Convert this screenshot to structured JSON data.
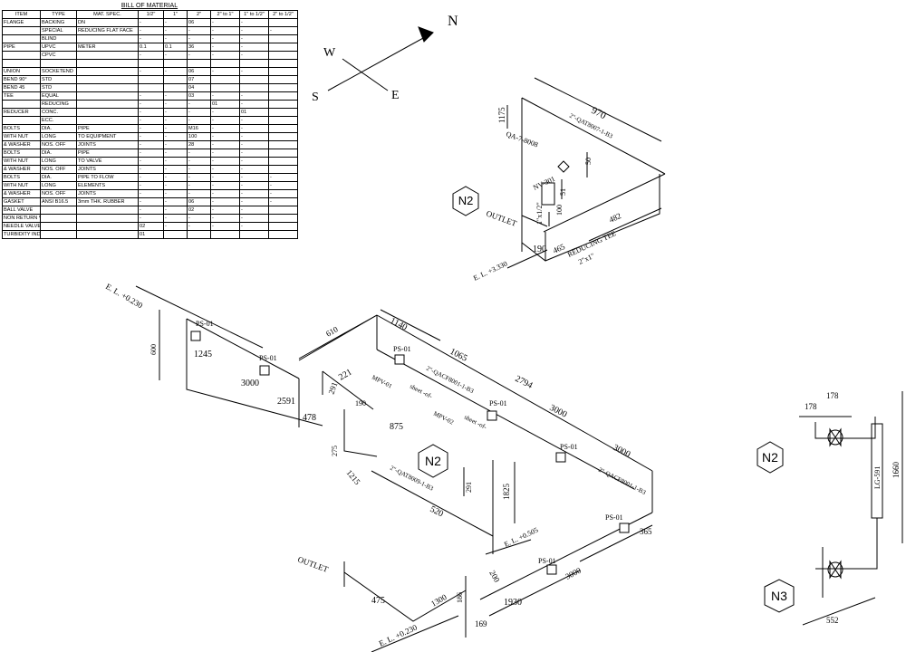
{
  "bom": {
    "title": "BILL OF MATERIAL",
    "headers": [
      "ITEM",
      "TYPE",
      "MAT. SPEC.",
      "1/2\"",
      "1\"",
      "2\"",
      "2\" to 1\"",
      "1\" to 1/2\"",
      "2\" to 1/2\""
    ],
    "rows": [
      [
        "FLANGE",
        "BACKING",
        "DN",
        "-",
        "-",
        "06",
        "-",
        "-",
        ""
      ],
      [
        "",
        "SPECIAL",
        "REDUCING FLAT FACE",
        "-",
        "-",
        "-",
        "-",
        "-",
        "-"
      ],
      [
        "",
        "BLIND",
        "",
        "-",
        "-",
        "-",
        "-",
        "-",
        ""
      ],
      [
        "PIPE",
        "UPVC",
        "METER",
        "0.1",
        "0.1",
        "36",
        "-",
        "-",
        ""
      ],
      [
        "",
        "CPVC",
        "",
        "-",
        "-",
        "-",
        "-",
        "-",
        ""
      ],
      [
        "",
        "",
        "",
        "",
        "",
        "",
        "",
        "",
        ""
      ],
      [
        "UNION",
        "SOCKETEND",
        "",
        "-",
        "-",
        "06",
        "-",
        "-",
        ""
      ],
      [
        "BEND 90°",
        "STD",
        "",
        "",
        "",
        "07",
        "",
        "",
        ""
      ],
      [
        "BEND 45",
        "STD",
        "",
        "",
        "",
        "04",
        "",
        "",
        ""
      ],
      [
        "TEE",
        "EQUAL",
        "",
        "-",
        "-",
        "03",
        "-",
        "-",
        ""
      ],
      [
        "",
        "REDUCING",
        "",
        "-",
        "-",
        "-",
        "01",
        "-",
        ""
      ],
      [
        "REDUCER",
        "CONC.",
        "",
        "-",
        "-",
        "-",
        "-",
        "01",
        ""
      ],
      [
        "",
        "ECC.",
        "",
        "-",
        "-",
        "-",
        "-",
        "-",
        ""
      ],
      [
        "BOLTS",
        "DIA.",
        "PIPE",
        "-",
        "-",
        "M16",
        "-",
        "-",
        ""
      ],
      [
        "WITH NUT",
        "LONG",
        "TO EQUIPMENT",
        "-",
        "-",
        "100",
        "-",
        "-",
        ""
      ],
      [
        "& WASHER",
        "NOS. OFF",
        "JOINTS",
        "-",
        "-",
        "28",
        "-",
        "-",
        ""
      ],
      [
        "BOLTS",
        "DIA.",
        "PIPE",
        "-",
        "-",
        "-",
        "-",
        "-",
        ""
      ],
      [
        "WITH NUT",
        "LONG",
        "TO VALVE",
        "-",
        "-",
        "-",
        "-",
        "-",
        ""
      ],
      [
        "& WASHER",
        "NOS. OFF",
        "JOINTS",
        "-",
        "-",
        "-",
        "-",
        "-",
        ""
      ],
      [
        "BOLTS",
        "DIA.",
        "PIPE TO FLOW",
        "-",
        "-",
        "-",
        "-",
        "-",
        "-"
      ],
      [
        "WITH NUT",
        "LONG",
        "ELEMENTS",
        "-",
        "-",
        "-",
        "-",
        "-",
        "-"
      ],
      [
        "& WASHER",
        "NOS. OFF",
        "JOINTS",
        "-",
        "-",
        "-",
        "-",
        "-",
        "-"
      ],
      [
        "GASKET",
        "ANSI B16.5",
        "3mm THK. RUBBER",
        "-",
        "-",
        "06",
        "-",
        "-",
        "-"
      ],
      [
        "BALL VALVE",
        "",
        "",
        "-",
        "-",
        "02",
        "-",
        "-",
        ""
      ],
      [
        "NON RETURN VALVE",
        "",
        "",
        "-",
        "-",
        "-",
        "-",
        "-",
        ""
      ],
      [
        "NEEDLE VALVE THREADED",
        "",
        "",
        "02",
        "-",
        "-",
        "-",
        "-",
        ""
      ],
      [
        "TURBIDITY INDICATING TRANSMITTER (AIT)",
        "",
        "",
        "01",
        "",
        "",
        "",
        "",
        ""
      ]
    ]
  },
  "compass": {
    "north": "N",
    "south": "S",
    "east": "E",
    "west": "W"
  },
  "top_view": {
    "dim_970": "970",
    "dim_1175": "1175",
    "line_ref": "2\"-QAT8007-1-B3",
    "tag_qa": "QA-7-8008",
    "valve_tag": "NV-301",
    "dim_50": "50",
    "dim_51": "51",
    "dim_100": "100",
    "size_label": "1\"x1/2\"",
    "node": "N2",
    "outlet": "OUTLET",
    "dim_190": "190",
    "dim_465": "465",
    "dim_482": "482",
    "reducing_tee": "REDUCING TEE",
    "reducing_tee_size": "2\"x1\"",
    "elevation": "E. L. +3.330"
  },
  "main_view": {
    "elevation_top": "E. L. +0.230",
    "dim_600": "600",
    "ps01": "PS-01",
    "dim_1245": "1245",
    "dim_3000": "3000",
    "dim_2591": "2591",
    "dim_478": "478",
    "dim_610": "610",
    "dim_1140": "1140",
    "dim_1065": "1065",
    "dim_2794": "2794",
    "mpv01": "MPV-01",
    "mpv02": "MPV-02",
    "sheet_ref": "sheet -of-",
    "line_ref_1": "2\"-QACF8001-1-B3",
    "dim_221": "221",
    "dim_291": "291",
    "dim_190": "190",
    "dim_875": "875",
    "dim_275": "275",
    "dim_1215": "1215",
    "line_ref_2": "2\"-QAT8009-1-B3",
    "node": "N2",
    "dim_291b": "291",
    "dim_1825": "1825",
    "dim_520": "520",
    "elevation_mid": "E. L. +0.505",
    "dim_365": "365",
    "dim_3000b": "3000",
    "outlet": "OUTLET",
    "dim_475": "475",
    "dim_1300": "1300",
    "dim_186": "186",
    "dim_200": "200",
    "dim_1930": "1930",
    "dim_169": "169",
    "elevation_bottom": "E. L. +0.230"
  },
  "side_view": {
    "dim_178a": "178",
    "dim_178b": "178",
    "node_top": "N2",
    "instrument": "LG-591",
    "dim_1660": "1660",
    "node_bottom": "N3",
    "dim_552": "552"
  }
}
